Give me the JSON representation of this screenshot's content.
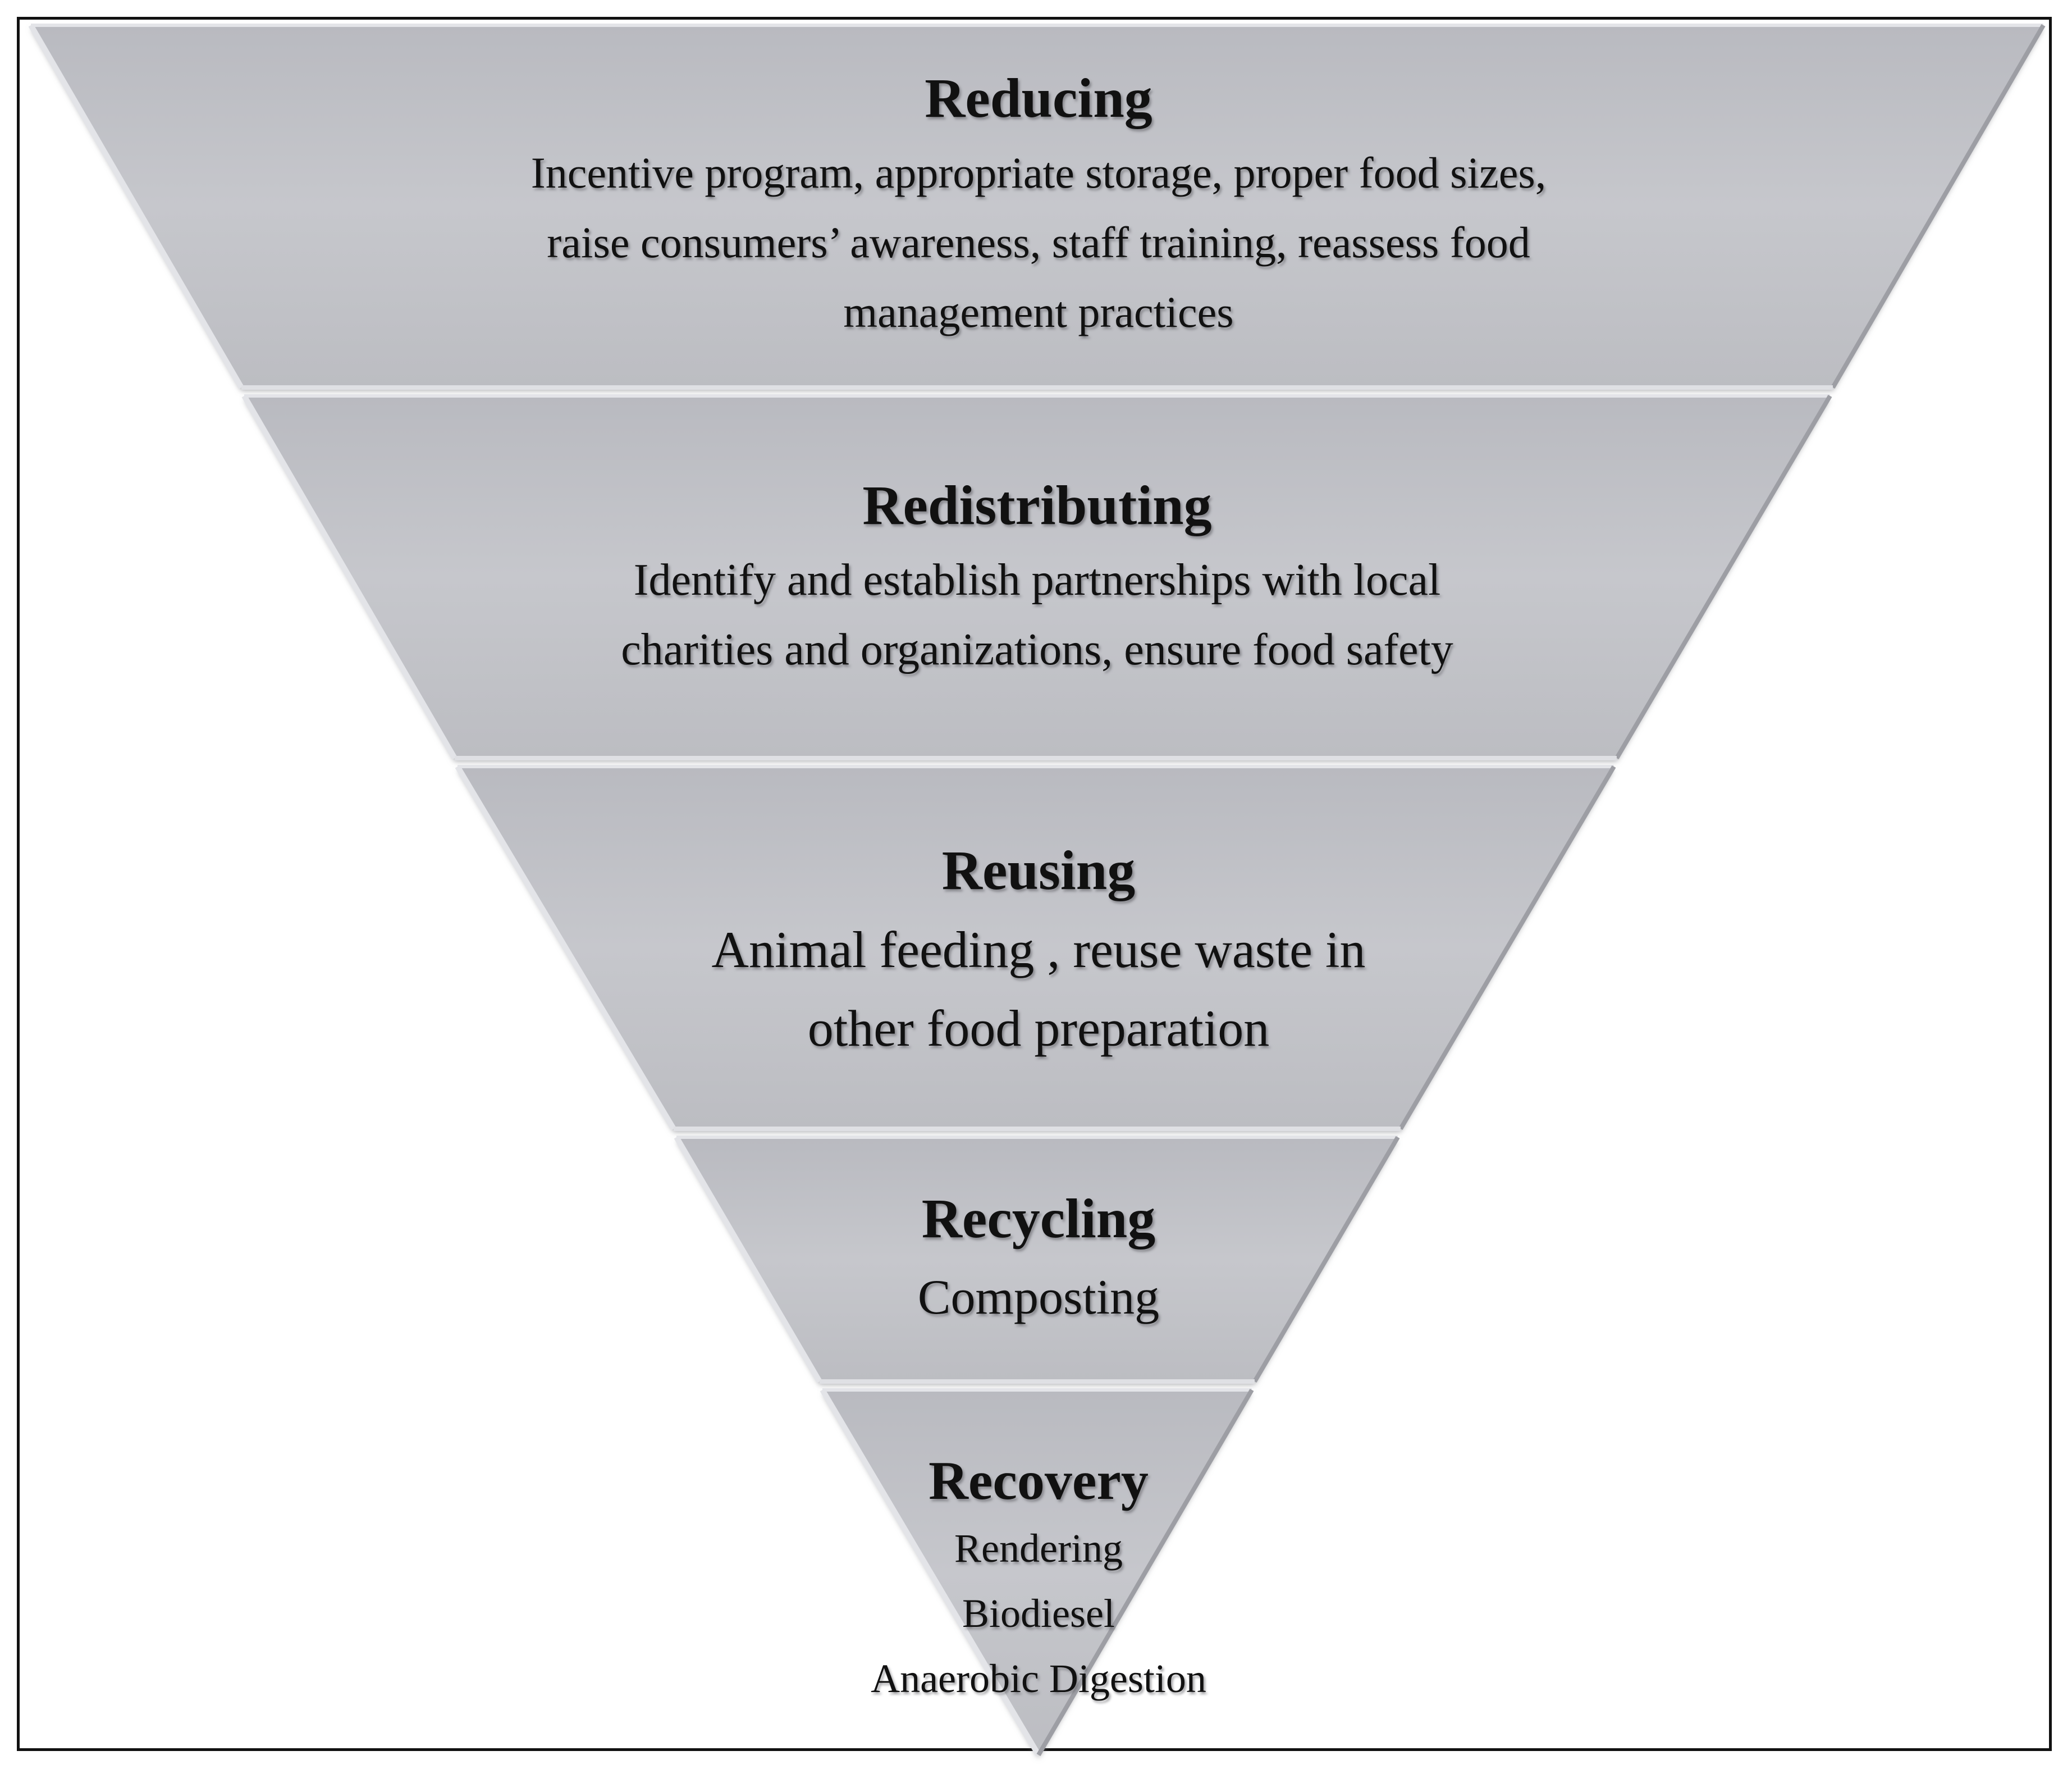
{
  "colors": {
    "tier_fill": "#c3c4c9",
    "tier_light": "#e3e4e8",
    "tier_shade": "#9d9ea4",
    "frame": "#111111",
    "text": "#111111"
  },
  "tiers": [
    {
      "title": "Reducing",
      "lines": [
        "Incentive program, appropriate storage, proper food sizes,",
        "raise consumers’ awareness, staff training, reassess food",
        "management practices"
      ]
    },
    {
      "title": "Redistributing",
      "lines": [
        "Identify and establish partnerships with local",
        "charities and organizations, ensure food safety"
      ]
    },
    {
      "title": "Reusing",
      "lines": [
        "Animal feeding , reuse waste in",
        "other food preparation"
      ]
    },
    {
      "title": "Recycling",
      "lines": [
        "Composting"
      ]
    },
    {
      "title": "Recovery",
      "lines": [
        "Rendering",
        "Biodiesel",
        "Anaerobic Digestion"
      ]
    }
  ]
}
